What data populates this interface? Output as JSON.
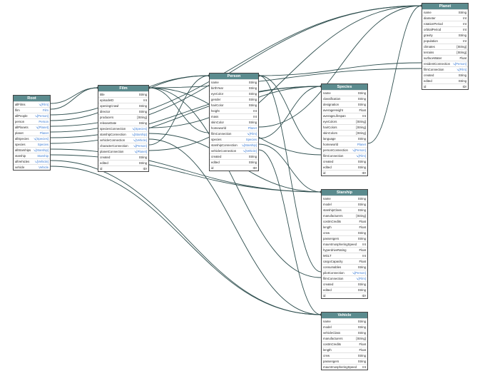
{
  "colors": {
    "header": "#5b8b8e",
    "edge": "#2f4f4f",
    "link_type": "#3a7bd5"
  },
  "nodes": [
    {
      "id": "planet",
      "title": "Planet",
      "fields": [
        {
          "name": "name",
          "type": "String"
        },
        {
          "name": "diameter",
          "type": "Int"
        },
        {
          "name": "rotationPeriod",
          "type": "Int"
        },
        {
          "name": "orbitalPeriod",
          "type": "Int"
        },
        {
          "name": "gravity",
          "type": "String"
        },
        {
          "name": "population",
          "type": "Int"
        },
        {
          "name": "climates",
          "type": "[String]"
        },
        {
          "name": "terrains",
          "type": "[String]"
        },
        {
          "name": "surfaceWater",
          "type": "Float"
        },
        {
          "name": "residentConnection",
          "type": "↘[Person]",
          "link": true
        },
        {
          "name": "filmConnection",
          "type": "↘[Film]",
          "link": true
        },
        {
          "name": "created",
          "type": "String"
        },
        {
          "name": "edited",
          "type": "String"
        },
        {
          "name": "id",
          "type": "ID!"
        }
      ]
    },
    {
      "id": "root",
      "title": "Root",
      "fields": [
        {
          "name": "allFilms",
          "type": "↘[Film]",
          "link": true
        },
        {
          "name": "film",
          "type": "Film",
          "link": true
        },
        {
          "name": "allPeople",
          "type": "↘[Person]",
          "link": true
        },
        {
          "name": "person",
          "type": "Person",
          "link": true
        },
        {
          "name": "allPlanets",
          "type": "↘[Planet]",
          "link": true
        },
        {
          "name": "planet",
          "type": "Planet",
          "link": true
        },
        {
          "name": "allSpecies",
          "type": "↘[Species]",
          "link": true
        },
        {
          "name": "species",
          "type": "Species",
          "link": true
        },
        {
          "name": "allStarships",
          "type": "↘[Starship]",
          "link": true
        },
        {
          "name": "starship",
          "type": "Starship",
          "link": true
        },
        {
          "name": "allVehicles",
          "type": "↘[Vehicle]",
          "link": true
        },
        {
          "name": "vehicle",
          "type": "Vehicle",
          "link": true
        }
      ]
    },
    {
      "id": "film",
      "title": "Film",
      "fields": [
        {
          "name": "title",
          "type": "String"
        },
        {
          "name": "episodeID",
          "type": "Int"
        },
        {
          "name": "openingCrawl",
          "type": "String"
        },
        {
          "name": "director",
          "type": "String"
        },
        {
          "name": "producers",
          "type": "[String]"
        },
        {
          "name": "releaseDate",
          "type": "String"
        },
        {
          "name": "speciesConnection",
          "type": "↘[Species]",
          "link": true
        },
        {
          "name": "starshipConnection",
          "type": "↘[Starship]",
          "link": true
        },
        {
          "name": "vehicleConnection",
          "type": "↘[Vehicle]",
          "link": true
        },
        {
          "name": "characterConnection",
          "type": "↘[Person]",
          "link": true
        },
        {
          "name": "planetConnection",
          "type": "↘[Planet]",
          "link": true
        },
        {
          "name": "created",
          "type": "String"
        },
        {
          "name": "edited",
          "type": "String"
        },
        {
          "name": "id",
          "type": "ID!"
        }
      ]
    },
    {
      "id": "person",
      "title": "Person",
      "fields": [
        {
          "name": "name",
          "type": "String"
        },
        {
          "name": "birthYear",
          "type": "String"
        },
        {
          "name": "eyeColor",
          "type": "String"
        },
        {
          "name": "gender",
          "type": "String"
        },
        {
          "name": "hairColor",
          "type": "String"
        },
        {
          "name": "height",
          "type": "Int"
        },
        {
          "name": "mass",
          "type": "Int"
        },
        {
          "name": "skinColor",
          "type": "String"
        },
        {
          "name": "homeworld",
          "type": "Planet",
          "link": true
        },
        {
          "name": "filmConnection",
          "type": "↘[Film]",
          "link": true
        },
        {
          "name": "species",
          "type": "Species",
          "link": true
        },
        {
          "name": "starshipConnection",
          "type": "↘[Starship]",
          "link": true
        },
        {
          "name": "vehicleConnection",
          "type": "↘[Vehicle]",
          "link": true
        },
        {
          "name": "created",
          "type": "String"
        },
        {
          "name": "edited",
          "type": "String"
        },
        {
          "name": "id",
          "type": "ID!"
        }
      ]
    },
    {
      "id": "species",
      "title": "Species",
      "fields": [
        {
          "name": "name",
          "type": "String"
        },
        {
          "name": "classification",
          "type": "String"
        },
        {
          "name": "designation",
          "type": "String"
        },
        {
          "name": "averageHeight",
          "type": "Float"
        },
        {
          "name": "averageLifespan",
          "type": "Int"
        },
        {
          "name": "eyeColors",
          "type": "[String]"
        },
        {
          "name": "hairColors",
          "type": "[String]"
        },
        {
          "name": "skinColors",
          "type": "[String]"
        },
        {
          "name": "language",
          "type": "String"
        },
        {
          "name": "homeworld",
          "type": "Planet",
          "link": true
        },
        {
          "name": "personConnection",
          "type": "↘[Person]",
          "link": true
        },
        {
          "name": "filmConnection",
          "type": "↘[Film]",
          "link": true
        },
        {
          "name": "created",
          "type": "String"
        },
        {
          "name": "edited",
          "type": "String"
        },
        {
          "name": "id",
          "type": "ID!"
        }
      ]
    },
    {
      "id": "starship",
      "title": "Starship",
      "fields": [
        {
          "name": "name",
          "type": "String"
        },
        {
          "name": "model",
          "type": "String"
        },
        {
          "name": "starshipClass",
          "type": "String"
        },
        {
          "name": "manufacturers",
          "type": "[String]"
        },
        {
          "name": "costInCredits",
          "type": "Float"
        },
        {
          "name": "length",
          "type": "Float"
        },
        {
          "name": "crew",
          "type": "String"
        },
        {
          "name": "passengers",
          "type": "String"
        },
        {
          "name": "maxAtmospheringSpeed",
          "type": "Int"
        },
        {
          "name": "hyperdriveRating",
          "type": "Float"
        },
        {
          "name": "MGLT",
          "type": "Int"
        },
        {
          "name": "cargoCapacity",
          "type": "Float"
        },
        {
          "name": "consumables",
          "type": "String"
        },
        {
          "name": "pilotConnection",
          "type": "↘[Person]",
          "link": true
        },
        {
          "name": "filmConnection",
          "type": "↘[Film]",
          "link": true
        },
        {
          "name": "created",
          "type": "String"
        },
        {
          "name": "edited",
          "type": "String"
        },
        {
          "name": "id",
          "type": "ID!"
        }
      ]
    },
    {
      "id": "vehicle",
      "title": "Vehicle",
      "fields": [
        {
          "name": "name",
          "type": "String"
        },
        {
          "name": "model",
          "type": "String"
        },
        {
          "name": "vehicleClass",
          "type": "String"
        },
        {
          "name": "manufacturers",
          "type": "[String]"
        },
        {
          "name": "costInCredits",
          "type": "Float"
        },
        {
          "name": "length",
          "type": "Float"
        },
        {
          "name": "crew",
          "type": "String"
        },
        {
          "name": "passengers",
          "type": "String"
        },
        {
          "name": "maxAtmospheringSpeed",
          "type": "Int"
        }
      ]
    }
  ],
  "edges": [
    {
      "from": "root.allFilms",
      "to": "film"
    },
    {
      "from": "root.film",
      "to": "film"
    },
    {
      "from": "root.allPeople",
      "to": "person"
    },
    {
      "from": "root.person",
      "to": "person"
    },
    {
      "from": "root.allPlanets",
      "to": "planet"
    },
    {
      "from": "root.planet",
      "to": "planet"
    },
    {
      "from": "root.allSpecies",
      "to": "species"
    },
    {
      "from": "root.species",
      "to": "species"
    },
    {
      "from": "root.allStarships",
      "to": "starship"
    },
    {
      "from": "root.starship",
      "to": "starship"
    },
    {
      "from": "root.allVehicles",
      "to": "vehicle"
    },
    {
      "from": "root.vehicle",
      "to": "vehicle"
    },
    {
      "from": "film.speciesConnection",
      "to": "species"
    },
    {
      "from": "film.starshipConnection",
      "to": "starship"
    },
    {
      "from": "film.vehicleConnection",
      "to": "vehicle"
    },
    {
      "from": "film.characterConnection",
      "to": "person"
    },
    {
      "from": "film.planetConnection",
      "to": "planet"
    },
    {
      "from": "person.homeworld",
      "to": "planet"
    },
    {
      "from": "person.filmConnection",
      "to": "film"
    },
    {
      "from": "person.species",
      "to": "species"
    },
    {
      "from": "person.starshipConnection",
      "to": "starship"
    },
    {
      "from": "person.vehicleConnection",
      "to": "vehicle"
    },
    {
      "from": "planet.residentConnection",
      "to": "person"
    },
    {
      "from": "planet.filmConnection",
      "to": "film"
    },
    {
      "from": "species.homeworld",
      "to": "planet"
    },
    {
      "from": "species.personConnection",
      "to": "person"
    },
    {
      "from": "species.filmConnection",
      "to": "film"
    },
    {
      "from": "starship.pilotConnection",
      "to": "person"
    },
    {
      "from": "starship.filmConnection",
      "to": "film"
    }
  ]
}
